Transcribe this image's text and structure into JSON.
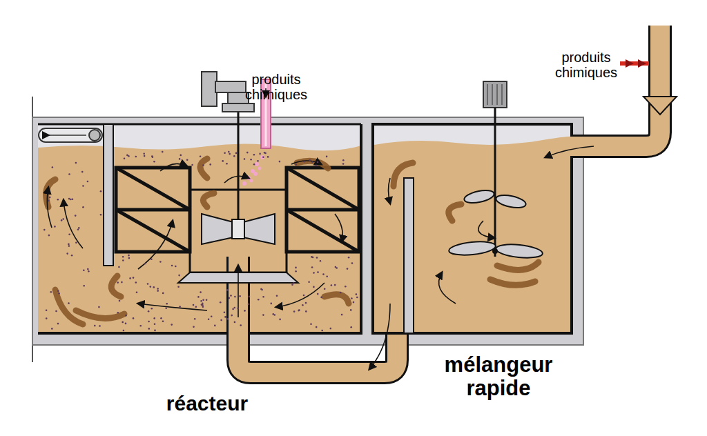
{
  "diagram": {
    "labels": [
      "produits chimiques",
      "produits chimiques",
      "réacteur",
      "mélangeur rapide"
    ]
  }
}
